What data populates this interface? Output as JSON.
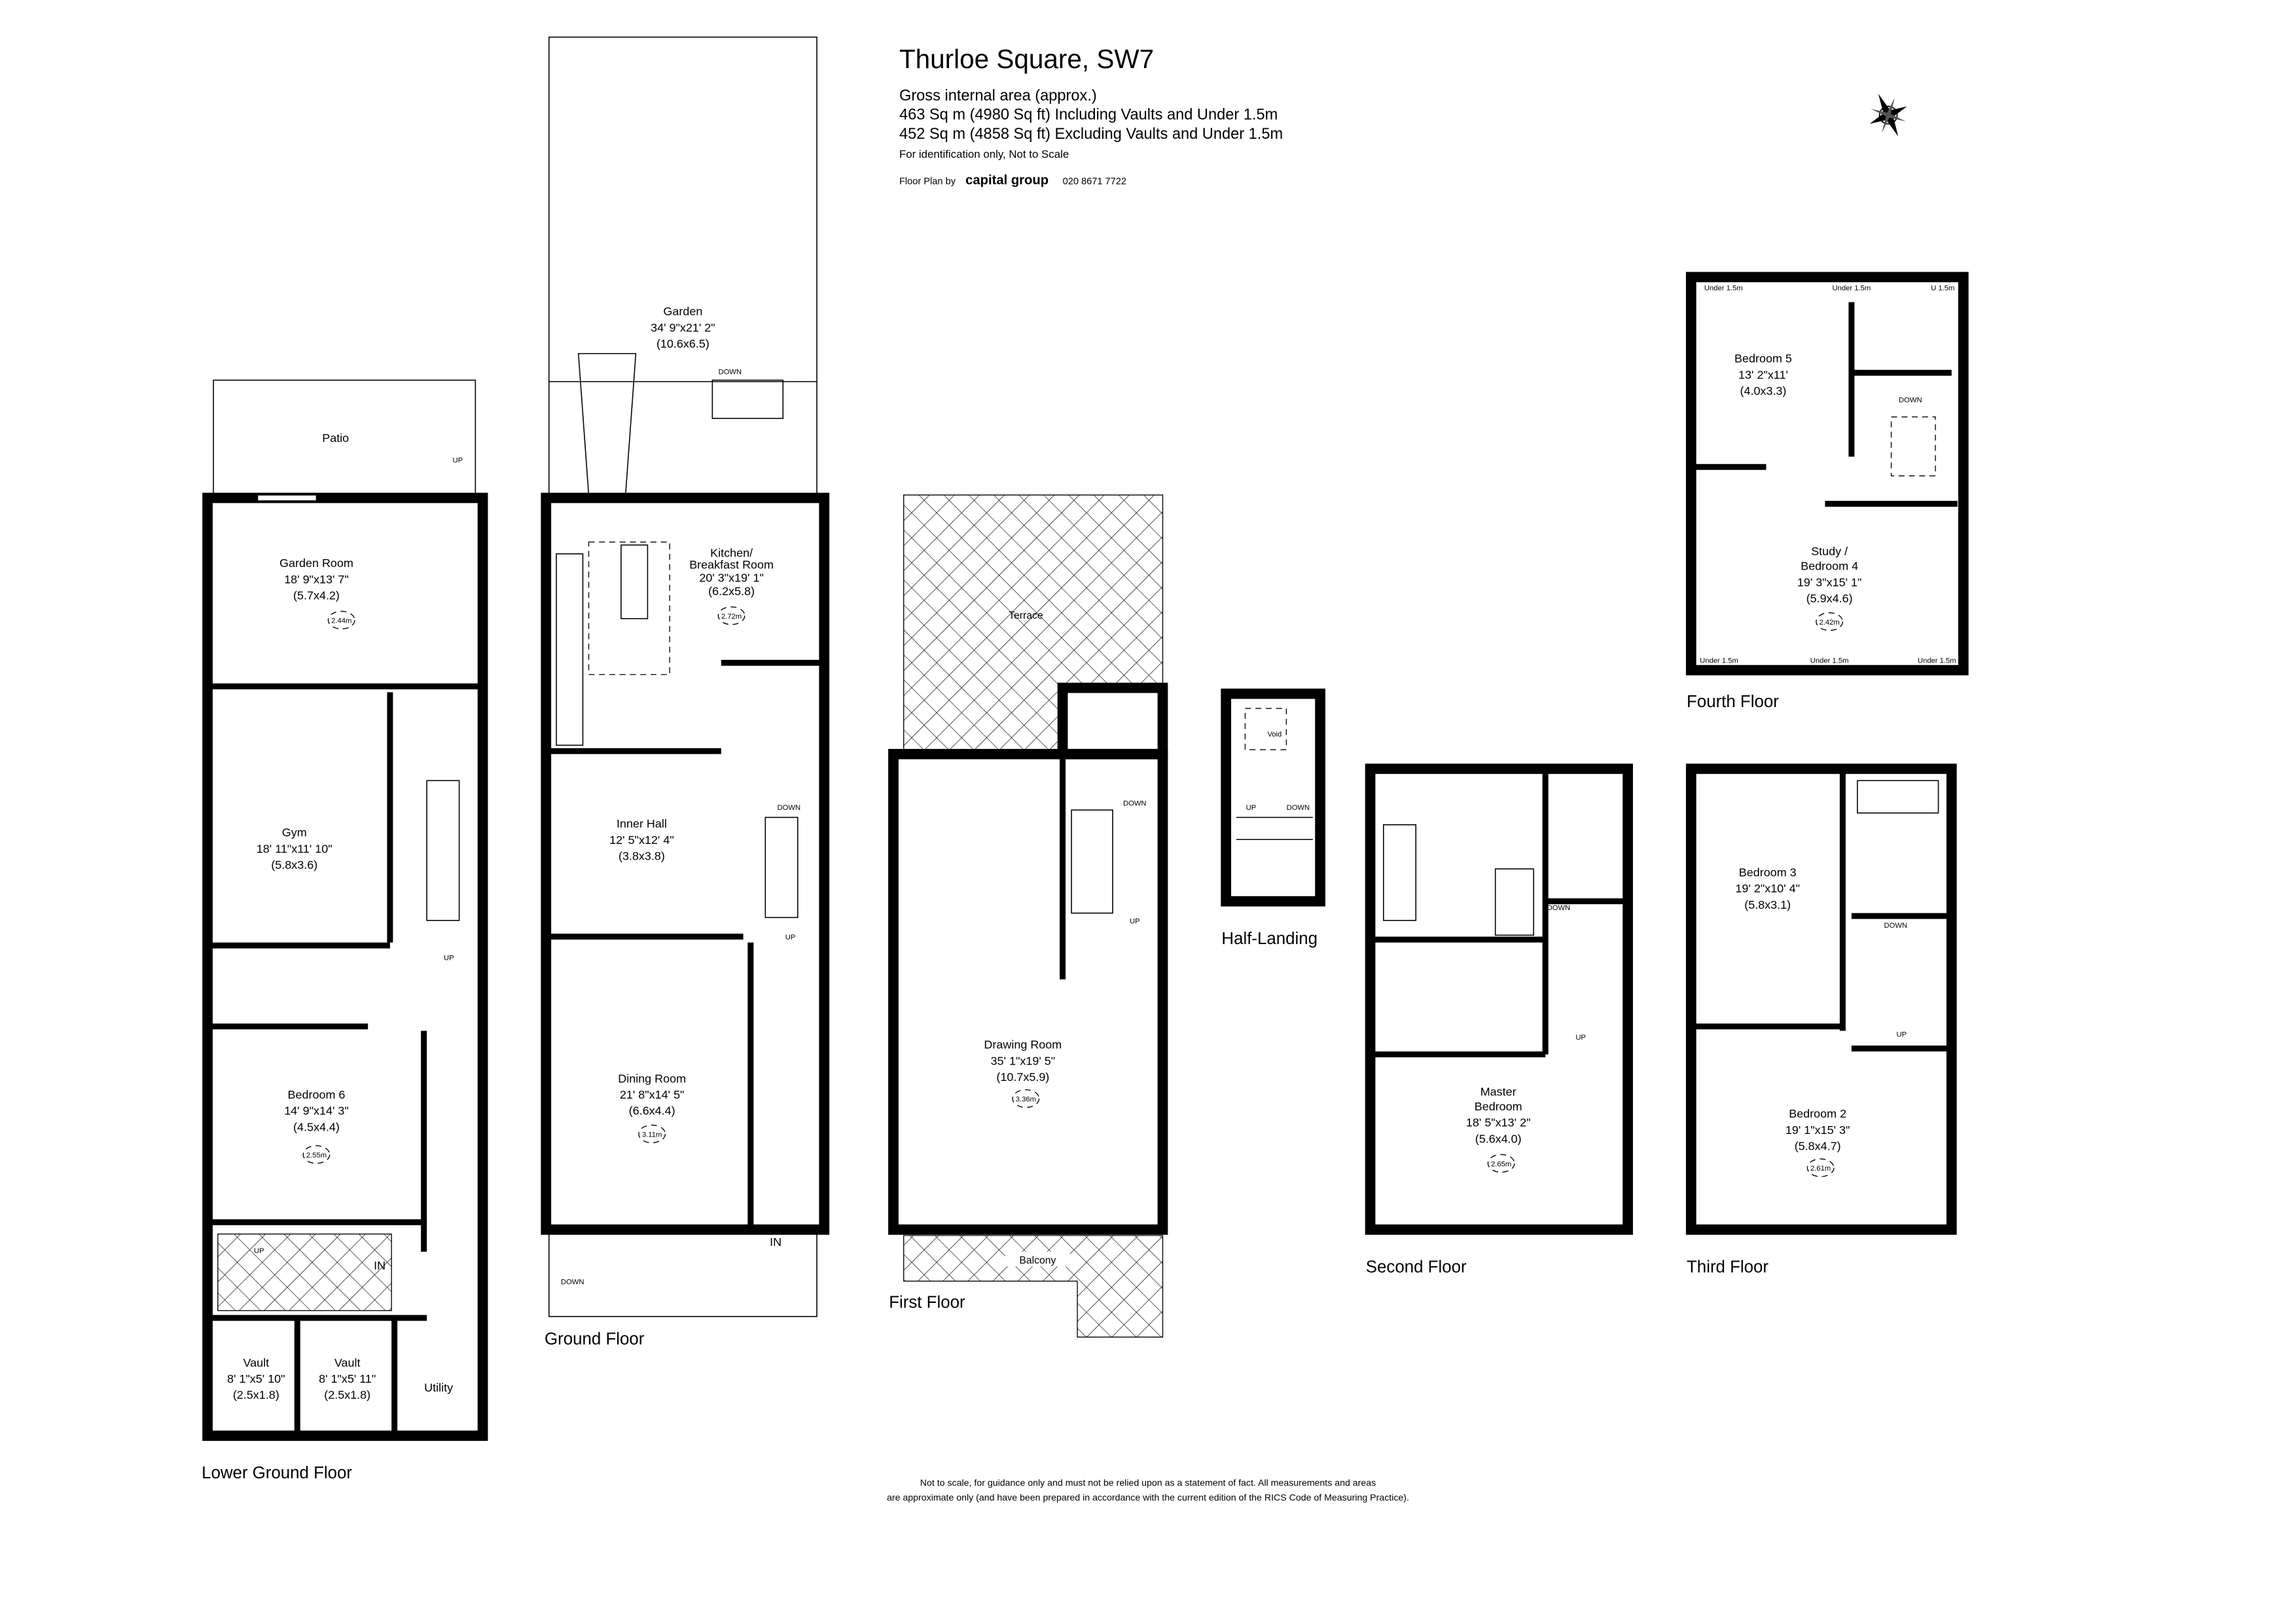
{
  "header": {
    "title": "Thurloe Square, SW7",
    "subtitle": "Gross internal area (approx.)",
    "area_including": "463 Sq m (4980 Sq ft) Including Vaults and Under 1.5m",
    "area_excluding": "452 Sq m (4858 Sq ft) Excluding Vaults and Under 1.5m",
    "note": "For identification only, Not to Scale",
    "credit_prefix": "Floor Plan by",
    "brand": "capital group",
    "phone": "020 8671 7722"
  },
  "compass_icon": "compass-rose-icon",
  "footer": {
    "line1": "Not to scale, for guidance only and must not be relied upon as a statement of fact.  All measurements and areas",
    "line2": "are approximate only (and have been prepared in accordance with the current edition of the RICS Code of Measuring Practice)."
  },
  "floors": {
    "lower_ground": {
      "label": "Lower Ground Floor",
      "patio": "Patio",
      "utility": "Utility",
      "up": "UP",
      "in": "IN",
      "garden_room": {
        "name": "Garden Room",
        "dims": "18' 9\"x13' 7\"",
        "metric": "(5.7x4.2)",
        "height": "2.44m"
      },
      "gym": {
        "name": "Gym",
        "dims": "18' 11\"x11' 10\"",
        "metric": "(5.8x3.6)"
      },
      "bedroom6": {
        "name": "Bedroom 6",
        "dims": "14' 9\"x14' 3\"",
        "metric": "(4.5x4.4)",
        "height": "2.55m"
      },
      "vault1": {
        "name": "Vault",
        "dims": "8' 1\"x5' 10\"",
        "metric": "(2.5x1.8)"
      },
      "vault2": {
        "name": "Vault",
        "dims": "8' 1\"x5' 11\"",
        "metric": "(2.5x1.8)"
      }
    },
    "ground": {
      "label": "Ground Floor",
      "garden": {
        "name": "Garden",
        "dims": "34' 9\"x21' 2\"",
        "metric": "(10.6x6.5)"
      },
      "kitchen": {
        "name1": "Kitchen/",
        "name2": "Breakfast Room",
        "dims": "20' 3\"x19' 1\"",
        "metric": "(6.2x5.8)",
        "height": "2.72m"
      },
      "inner_hall": {
        "name": "Inner Hall",
        "dims": "12' 5\"x12' 4\"",
        "metric": "(3.8x3.8)"
      },
      "dining": {
        "name": "Dining Room",
        "dims": "21' 8\"x14' 5\"",
        "metric": "(6.6x4.4)",
        "height": "3.11m"
      },
      "down": "DOWN",
      "up": "UP",
      "in": "IN"
    },
    "first": {
      "label": "First Floor",
      "terrace": "Terrace",
      "balcony": "Balcony",
      "drawing": {
        "name": "Drawing Room",
        "dims": "35' 1\"x19' 5\"",
        "metric": "(10.7x5.9)",
        "height": "3.36m"
      },
      "down": "DOWN",
      "up": "UP"
    },
    "half_landing": {
      "label": "Half-Landing",
      "void": "Void",
      "up": "UP",
      "down": "DOWN"
    },
    "second": {
      "label": "Second Floor",
      "master": {
        "name1": "Master",
        "name2": "Bedroom",
        "dims": "18' 5\"x13' 2\"",
        "metric": "(5.6x4.0)",
        "height": "2.65m"
      },
      "down": "DOWN",
      "up": "UP"
    },
    "third": {
      "label": "Third Floor",
      "bedroom3": {
        "name": "Bedroom 3",
        "dims": "19' 2\"x10' 4\"",
        "metric": "(5.8x3.1)"
      },
      "bedroom2": {
        "name": "Bedroom 2",
        "dims": "19' 1\"x15' 3\"",
        "metric": "(5.8x4.7)",
        "height": "2.61m"
      },
      "down": "DOWN",
      "up": "UP"
    },
    "fourth": {
      "label": "Fourth Floor",
      "bedroom5": {
        "name": "Bedroom 5",
        "dims": "13' 2\"x11'",
        "metric": "(4.0x3.3)"
      },
      "study": {
        "name1": "Study /",
        "name2": "Bedroom 4",
        "dims": "19' 3\"x15' 1\"",
        "metric": "(5.9x4.6)",
        "height": "2.42m"
      },
      "under": "Under 1.5m",
      "under_short": "U 1.5m",
      "down": "DOWN"
    }
  }
}
